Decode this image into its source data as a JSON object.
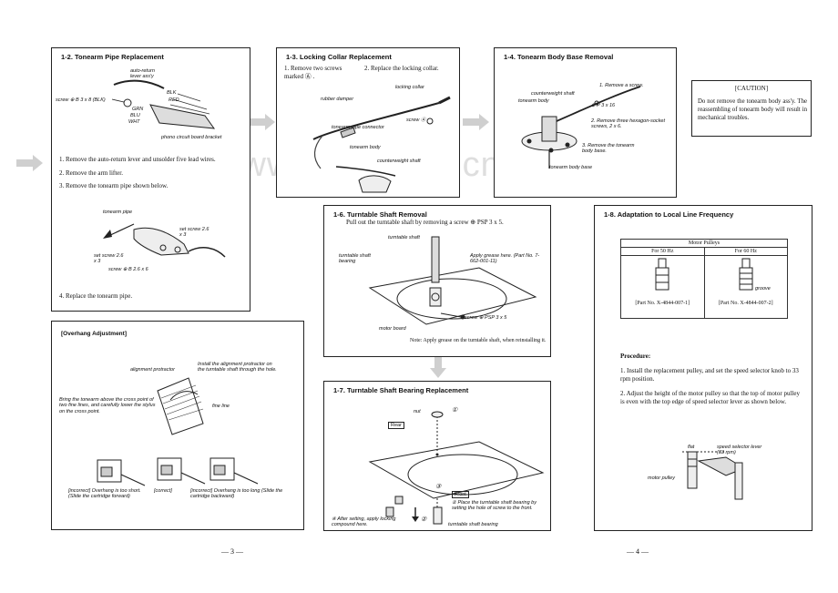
{
  "watermark": "www.radiofans.cn",
  "box_12": {
    "title": "1-2.  Tonearm Pipe Replacement",
    "labels": {
      "auto_return": "auto-return lever ass'y",
      "screw": "screw ⊕ B 3 x 8 (BLK)",
      "blk": "BLK",
      "red": "RED",
      "grn": "GRN",
      "blu": "BLU",
      "wht": "WHT",
      "phono": "phono circuit board bracket",
      "tonearm_pipe": "tonearm pipe",
      "set_screw_right": "set screw 2.6 x 3",
      "set_screw_left": "set screw 2.6 x 3",
      "screw_b": "screw ⊕ B 2.6 x 6"
    },
    "steps": [
      "1.  Remove the auto-return lever and unsolder five lead wires.",
      "2.  Remove the arm lifter.",
      "3.  Remove the tonearm pipe shown below."
    ],
    "step4": "4.  Replace the tonearm pipe."
  },
  "box_13": {
    "title": "1-3.  Locking Collar Replacement",
    "step1": "1.  Remove two screws marked Ⓐ .",
    "step2": "2.  Replace the locking collar.",
    "labels": {
      "locking_collar": "locking collar",
      "rubber_damper": "rubber damper",
      "screw_a": "screw Ⓐ",
      "pipe_connector": "tonearm pipe connector",
      "tonearm_body": "tonearm body",
      "counterweight_shaft": "counterweight shaft"
    }
  },
  "box_14": {
    "title": "1-4.  Tonearm Body Base Removal",
    "labels": {
      "step1": "1.  Remove a screw.",
      "p3x16": "⊕ P 3 x 16",
      "counterweight_shaft": "counterweight shaft",
      "tonearm_body": "tonearm body",
      "step2": "2.  Remove three hexagon-socket screws, 2 x 6.",
      "step3": "3.  Remove the tonearm body base.",
      "base": "tonearm body base"
    }
  },
  "caution": {
    "title": "[CAUTION]",
    "text": "Do not remove the tonearm body ass'y. The reassembling of tonearm body will result in mechanical troubles."
  },
  "box_16": {
    "title": "1-6.  Turntable Shaft Removal",
    "intro": "Pull out the turntable shaft by removing a screw ⊕ PSP 3 x 5.",
    "labels": {
      "turntable_shaft": "turntable shaft",
      "bearing": "turntable shaft bearing",
      "grease": "Apply grease here. (Part No. 7-662-001-11)",
      "screw": "screw ⊕ PSP 3 x 5",
      "motor_board": "motor board"
    },
    "note": "Note:  Apply grease on the turntable shaft, when reinstalling it."
  },
  "box_17": {
    "title": "1-7.  Turntable Shaft Bearing Replacement",
    "labels": {
      "nut": "nut",
      "rear": "Rear",
      "front": "Front",
      "step2": "② Place the turntable shaft bearing by setting the hole of screw to the front.",
      "step4": "④ After setting, apply locking compound here.",
      "bearing": "turntable shaft bearing",
      "n1": "①",
      "n2": "②",
      "n3": "③"
    }
  },
  "box_18": {
    "title": "1-8.  Adaptation to Local Line Frequency",
    "table_title": "Motor Pulleys",
    "col_50": "For 50 Hz",
    "col_60": "For 60 Hz",
    "part_50": "[Part No. X-4844-007-1]",
    "part_60": "[Part No. X-4844-007-2]",
    "groove": "groove",
    "procedure_title": "Procedure:",
    "proc1": "1.  Install the replacement pulley, and set the speed selector knob to 33 rpm position.",
    "proc2": "2.  Adjust the height of the motor pulley so that the top of motor pulley is even with the top edge of speed selector lever as shown below.",
    "labels": {
      "flat": "flat",
      "lever": "speed selector lever (33 rpm)",
      "motor_pulley": "motor pulley"
    }
  },
  "overhang": {
    "title": "[Overhang Adjustment]",
    "labels": {
      "protractor": "alignment protractor",
      "install": "Install the alignment protractor on the turntable shaft through the hole.",
      "bring": "Bring the tonearm above the cross point of two fine lines, and carefully lower the stylus on the cross point.",
      "fine_line": "fine line",
      "incorrect_short": "[incorrect] Overhang is too short. (Slide the cartridge forward)",
      "correct": "[correct]",
      "incorrect_long": "[incorrect] Overhang is too long (Slide the cartridge backward)"
    }
  },
  "page_left": "— 3 —",
  "page_right": "— 4 —"
}
